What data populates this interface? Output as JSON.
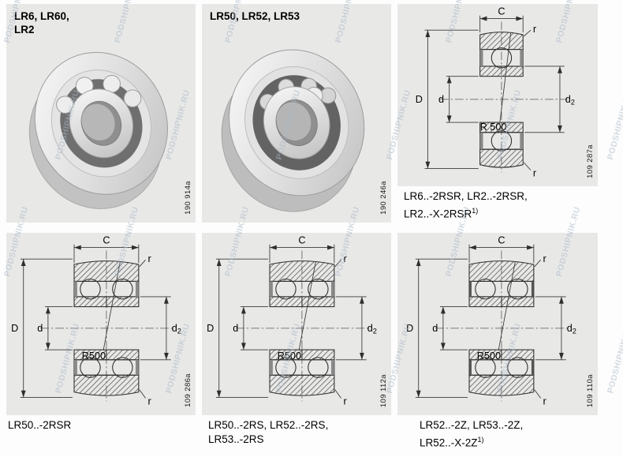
{
  "watermark": {
    "text": "PODSHIPNIK.RU"
  },
  "panels": {
    "photo_lr6": {
      "title_line1": "LR6, LR60,",
      "title_line2": "LR2",
      "figure_id": "190 914a"
    },
    "photo_lr50": {
      "title_line1": "LR50, LR52, LR53",
      "figure_id": "190 246a"
    },
    "drawing_top": {
      "figure_id": "109 287a",
      "caption_line1": "LR6..-2RSR, LR2..-2RSR,",
      "caption_line2": "LR2..-X-2RSR",
      "caption_sup": "1)",
      "labels": {
        "width": "C",
        "outer": "D",
        "bore": "d",
        "shoulder": "d",
        "shoulder_sub": "2",
        "fillet_top": "r",
        "fillet_bottom": "r",
        "crown": "R 500"
      }
    },
    "drawing_bl": {
      "figure_id": "109 286a",
      "caption_line1": "LR50..-2RSR",
      "labels": {
        "width": "C",
        "outer": "D",
        "bore": "d",
        "shoulder": "d",
        "shoulder_sub": "2",
        "fillet_top": "r",
        "fillet_bottom": "r",
        "crown": "R500"
      }
    },
    "drawing_bm": {
      "figure_id": "109 112a",
      "caption_line1": "LR50..-2RS, LR52..-2RS,",
      "caption_line2": "LR53..-2RS",
      "labels": {
        "width": "C",
        "outer": "D",
        "bore": "d",
        "shoulder": "d",
        "shoulder_sub": "2",
        "fillet_top": "r",
        "fillet_bottom": "r",
        "crown": "R500"
      }
    },
    "drawing_br": {
      "figure_id": "109 110a",
      "caption_line1": "LR52..-2Z, LR53..-2Z,",
      "caption_line2": "LR52..-X-2Z",
      "caption_sup": "1)",
      "labels": {
        "width": "C",
        "outer": "D",
        "bore": "d",
        "shoulder": "d",
        "shoulder_sub": "2",
        "fillet_top": "r",
        "fillet_bottom": "r",
        "crown": "R500"
      }
    }
  }
}
